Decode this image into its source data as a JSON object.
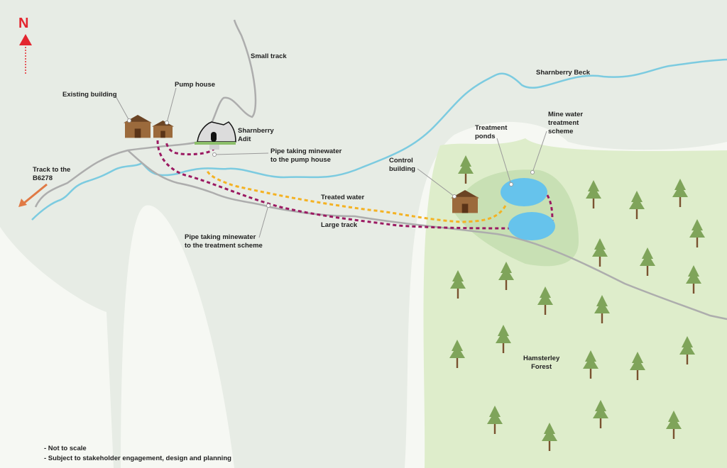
{
  "compass": {
    "label": "N"
  },
  "labels": {
    "small_track": "Small track",
    "sharnberry_beck": "Sharnberry Beck",
    "existing_building": "Existing building",
    "pump_house": "Pump house",
    "sharnberry_adit": "Sharnberry\nAdit",
    "pipe_pump_house": "Pipe taking minewater\nto the pump house",
    "track_b6278": "Track to the\nB6278",
    "treatment_ponds": "Treatment\nponds",
    "mine_water_scheme": "Mine water\ntreatment\nscheme",
    "control_building": "Control\nbuilding",
    "treated_water": "Treated water",
    "large_track": "Large track",
    "pipe_treatment": "Pipe taking minewater\nto the treatment scheme",
    "hamsterley_forest": "Hamsterley\nForest"
  },
  "notes": [
    "-  Not to scale",
    "-  Subject to stakeholder engagement, design and planning"
  ],
  "colors": {
    "background": "#e7ece5",
    "forest": "#deedcb",
    "scheme": "#c8e0b4",
    "pond": "#66c3ec",
    "river": "#7ccbe0",
    "track": "#adadad",
    "pipe": "#9b1a62",
    "treated": "#f4b223",
    "north": "#e3262f",
    "arrow": "#e07a45"
  }
}
